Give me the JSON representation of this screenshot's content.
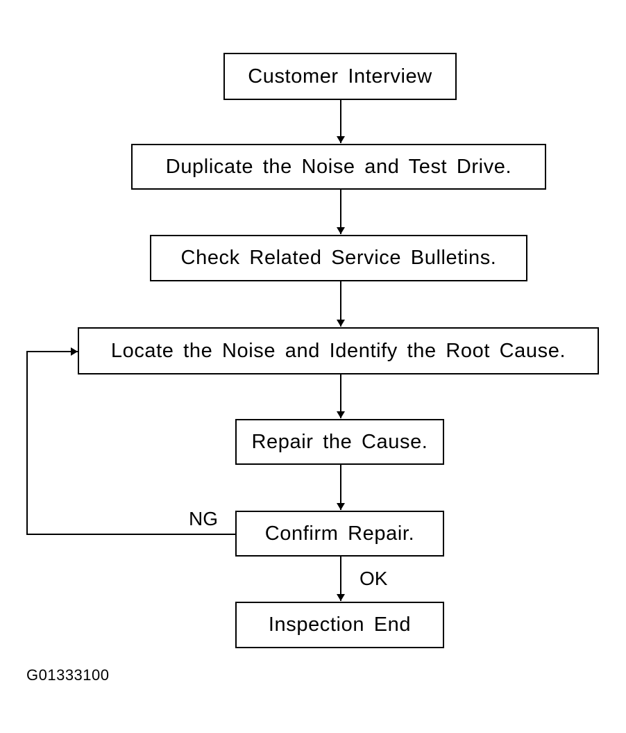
{
  "steps": [
    {
      "label": "Customer Interview"
    },
    {
      "label": "Duplicate the Noise and Test Drive."
    },
    {
      "label": "Check Related Service Bulletins."
    },
    {
      "label": "Locate the Noise and Identify the Root Cause."
    },
    {
      "label": "Repair the Cause."
    },
    {
      "label": "Confirm Repair."
    },
    {
      "label": "Inspection End"
    }
  ],
  "branches": {
    "ng_label": "NG",
    "ok_label": "OK"
  },
  "figure_id": "G01333100",
  "colors": {
    "line": "#000000",
    "background": "#ffffff"
  }
}
